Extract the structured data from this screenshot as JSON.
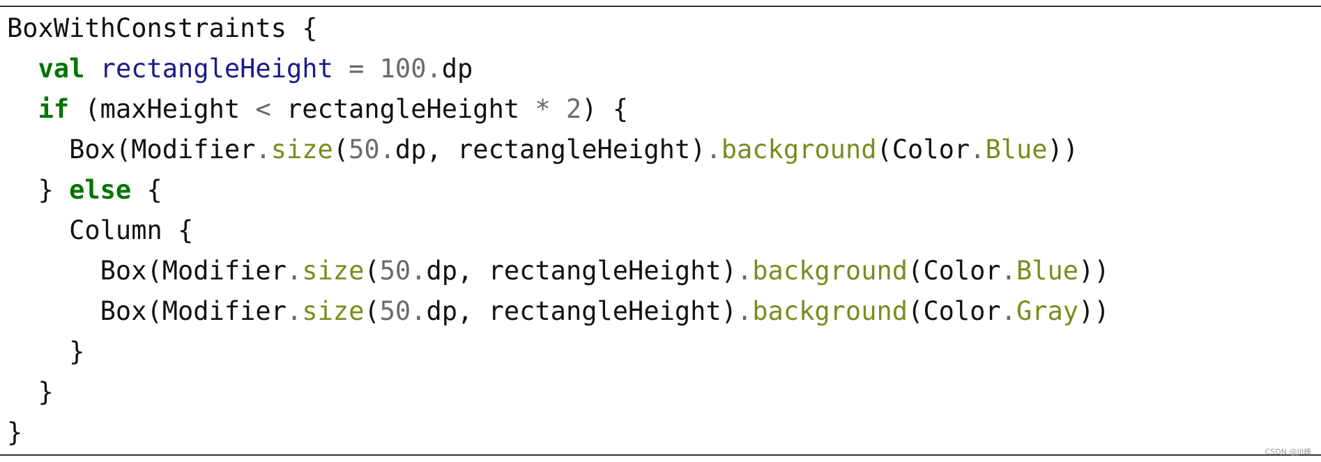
{
  "lines": [
    [
      {
        "t": "BoxWithConstraints ",
        "c": "plain"
      },
      {
        "t": "{",
        "c": "plain"
      }
    ],
    [
      {
        "t": "  ",
        "c": "plain"
      },
      {
        "t": "val",
        "c": "keyword"
      },
      {
        "t": " ",
        "c": "plain"
      },
      {
        "t": "rectangleHeight",
        "c": "ident"
      },
      {
        "t": " = ",
        "c": "punct-dim"
      },
      {
        "t": "100.",
        "c": "number"
      },
      {
        "t": "dp",
        "c": "plain"
      }
    ],
    [
      {
        "t": "  ",
        "c": "plain"
      },
      {
        "t": "if",
        "c": "keyword"
      },
      {
        "t": " (maxHeight ",
        "c": "plain"
      },
      {
        "t": "<",
        "c": "punct-dim"
      },
      {
        "t": " rectangleHeight ",
        "c": "plain"
      },
      {
        "t": "*",
        "c": "punct-dim"
      },
      {
        "t": " ",
        "c": "plain"
      },
      {
        "t": "2",
        "c": "number"
      },
      {
        "t": ") {",
        "c": "plain"
      }
    ],
    [
      {
        "t": "    Box(Modifier",
        "c": "plain"
      },
      {
        "t": ".",
        "c": "punct-dim"
      },
      {
        "t": "size",
        "c": "method"
      },
      {
        "t": "(",
        "c": "plain"
      },
      {
        "t": "50.",
        "c": "number"
      },
      {
        "t": "dp, rectangleHeight)",
        "c": "plain"
      },
      {
        "t": ".",
        "c": "punct-dim"
      },
      {
        "t": "background",
        "c": "method"
      },
      {
        "t": "(Color",
        "c": "plain"
      },
      {
        "t": ".",
        "c": "punct-dim"
      },
      {
        "t": "Blue",
        "c": "method"
      },
      {
        "t": "))",
        "c": "plain"
      }
    ],
    [
      {
        "t": "  } ",
        "c": "plain"
      },
      {
        "t": "else",
        "c": "keyword"
      },
      {
        "t": " {",
        "c": "plain"
      }
    ],
    [
      {
        "t": "    Column {",
        "c": "plain"
      }
    ],
    [
      {
        "t": "      Box(Modifier",
        "c": "plain"
      },
      {
        "t": ".",
        "c": "punct-dim"
      },
      {
        "t": "size",
        "c": "method"
      },
      {
        "t": "(",
        "c": "plain"
      },
      {
        "t": "50.",
        "c": "number"
      },
      {
        "t": "dp, rectangleHeight)",
        "c": "plain"
      },
      {
        "t": ".",
        "c": "punct-dim"
      },
      {
        "t": "background",
        "c": "method"
      },
      {
        "t": "(Color",
        "c": "plain"
      },
      {
        "t": ".",
        "c": "punct-dim"
      },
      {
        "t": "Blue",
        "c": "method"
      },
      {
        "t": "))",
        "c": "plain"
      }
    ],
    [
      {
        "t": "      Box(Modifier",
        "c": "plain"
      },
      {
        "t": ".",
        "c": "punct-dim"
      },
      {
        "t": "size",
        "c": "method"
      },
      {
        "t": "(",
        "c": "plain"
      },
      {
        "t": "50.",
        "c": "number"
      },
      {
        "t": "dp, rectangleHeight)",
        "c": "plain"
      },
      {
        "t": ".",
        "c": "punct-dim"
      },
      {
        "t": "background",
        "c": "method"
      },
      {
        "t": "(Color",
        "c": "plain"
      },
      {
        "t": ".",
        "c": "punct-dim"
      },
      {
        "t": "Gray",
        "c": "method"
      },
      {
        "t": "))",
        "c": "plain"
      }
    ],
    [
      {
        "t": "    }",
        "c": "plain"
      }
    ],
    [
      {
        "t": "  }",
        "c": "plain"
      }
    ],
    [
      {
        "t": "}",
        "c": "plain"
      }
    ]
  ],
  "colors": {
    "keyword": "#007400",
    "ident": "#1a1a8a",
    "number": "#6b6b6b",
    "method": "#7d8a1f",
    "plain": "#111111",
    "rule": "#333333"
  },
  "watermark": "CSDN @JIl峰"
}
